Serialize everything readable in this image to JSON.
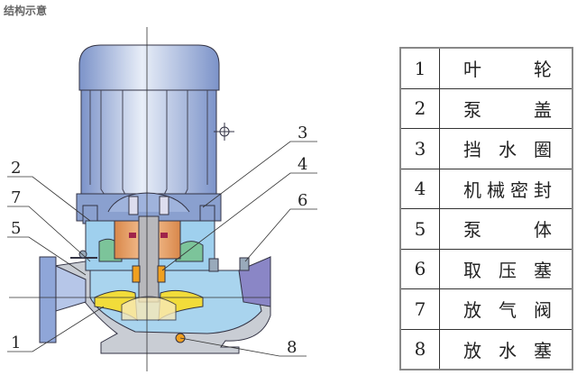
{
  "title": "结构示意",
  "callouts": [
    "1",
    "2",
    "3",
    "4",
    "5",
    "6",
    "7",
    "8"
  ],
  "parts": [
    {
      "num": "1",
      "name": [
        "叶",
        "轮"
      ]
    },
    {
      "num": "2",
      "name": [
        "泵",
        "盖"
      ]
    },
    {
      "num": "3",
      "name": [
        "挡",
        "水",
        "圈"
      ]
    },
    {
      "num": "4",
      "name": [
        "机",
        "械",
        "密",
        "封"
      ]
    },
    {
      "num": "5",
      "name": [
        "泵",
        "体"
      ]
    },
    {
      "num": "6",
      "name": [
        "取",
        "压",
        "塞"
      ]
    },
    {
      "num": "7",
      "name": [
        "放",
        "气",
        "阀"
      ]
    },
    {
      "num": "8",
      "name": [
        "放",
        "水",
        "塞"
      ]
    }
  ],
  "colors": {
    "motor": "#8fa6d8",
    "casing": "#c9cdd4",
    "water": "#a9d4ee",
    "impeller": "#f2dc3a",
    "coupling": "#e9a25a",
    "seal": "#f0a020"
  }
}
